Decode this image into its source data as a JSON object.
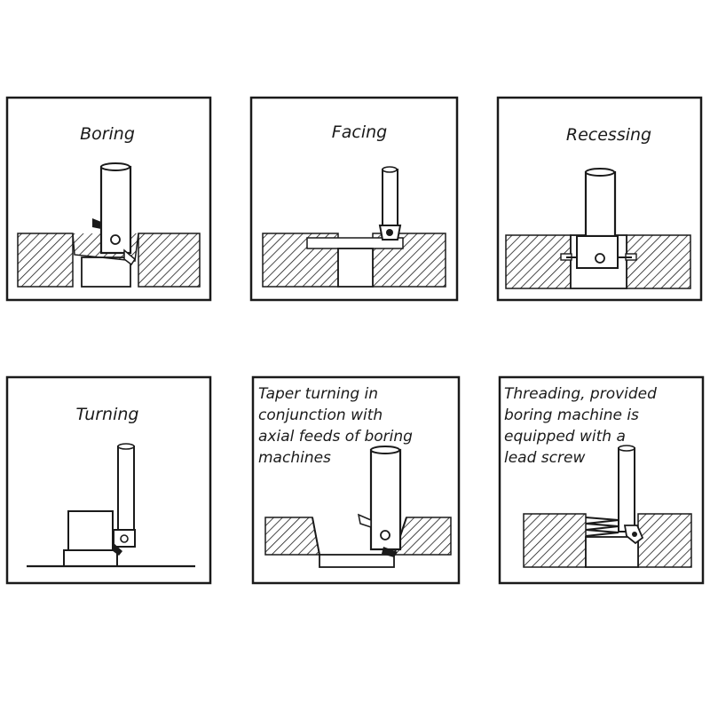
{
  "colors": {
    "ink": "#1a1a1a",
    "paper": "#ffffff"
  },
  "panels": [
    {
      "id": "boring",
      "label_lines": [
        "Boring"
      ]
    },
    {
      "id": "facing",
      "label_lines": [
        "Facing"
      ]
    },
    {
      "id": "recessing",
      "label_lines": [
        "Recessing"
      ]
    },
    {
      "id": "turning",
      "label_lines": [
        "Turning"
      ]
    },
    {
      "id": "taper",
      "label_lines": [
        "Taper turning in",
        "conjunction with",
        "axial feeds of boring",
        "machines"
      ]
    },
    {
      "id": "threading",
      "label_lines": [
        "Threading, provided",
        "boring machine is",
        "equipped with a",
        "lead screw"
      ]
    }
  ]
}
